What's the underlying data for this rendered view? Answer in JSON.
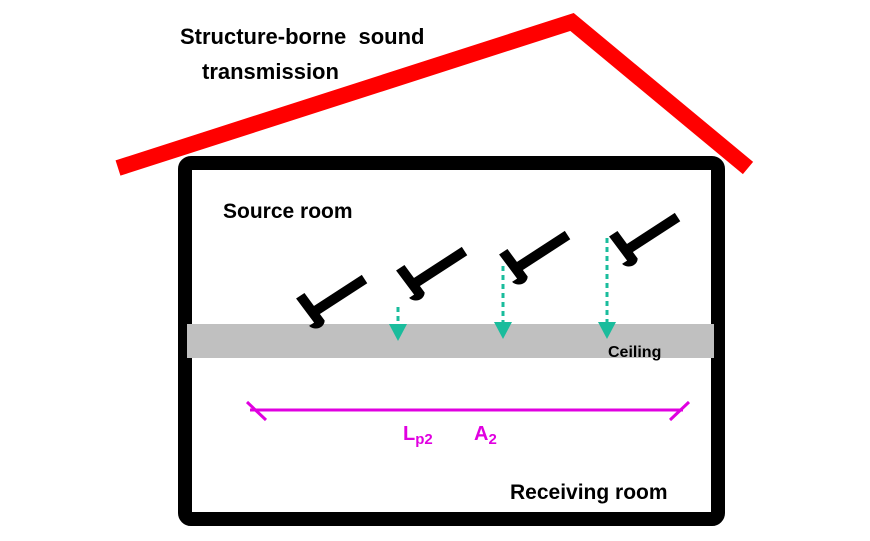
{
  "title_line1": "Structure-borne  sound",
  "title_line2": "transmission",
  "source_room_label": "Source room",
  "ceiling_label": "Ceiling",
  "receiving_room_label": "Receiving room",
  "level_symbol": {
    "main": "L",
    "sub": "p2"
  },
  "absorption_symbol": {
    "main": "A",
    "sub": "2"
  },
  "colors": {
    "roof": "#ff0000",
    "walls": "#000000",
    "ceiling": "#c0c0c0",
    "arrows": "#1abc9c",
    "dimension_line": "#e000e0",
    "hammer": "#000000"
  },
  "icons": [
    "tapping-hammer-icon",
    "impact-arrow-icon"
  ]
}
